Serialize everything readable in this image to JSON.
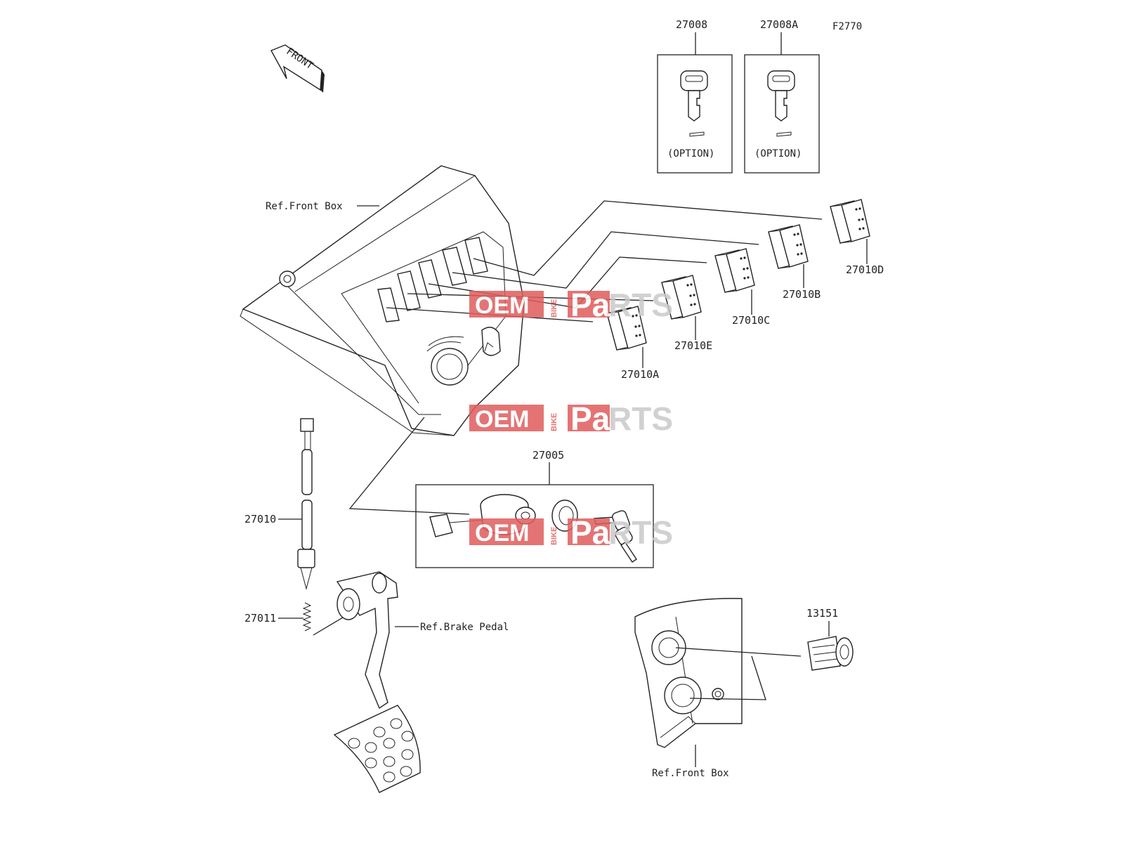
{
  "figure_code": "F2770",
  "front_marker": "FRONT",
  "watermark": {
    "oem": "OEM",
    "bike": "BIKE",
    "pa": "Pa",
    "rts": "RTS",
    "color": "#e05c5c"
  },
  "options": [
    {
      "part": "27008",
      "note": "(OPTION)"
    },
    {
      "part": "27008A",
      "note": "(OPTION)"
    }
  ],
  "references": {
    "front_box_top": "Ref.Front Box",
    "front_box_bottom": "Ref.Front Box",
    "brake_pedal": "Ref.Brake Pedal"
  },
  "parts": {
    "switch_a": "27010A",
    "switch_e": "27010E",
    "switch_c": "27010C",
    "switch_b": "27010B",
    "switch_d": "27010D",
    "ignition_kit": "27005",
    "brake_switch": "27010",
    "spring": "27011",
    "socket": "13151"
  }
}
